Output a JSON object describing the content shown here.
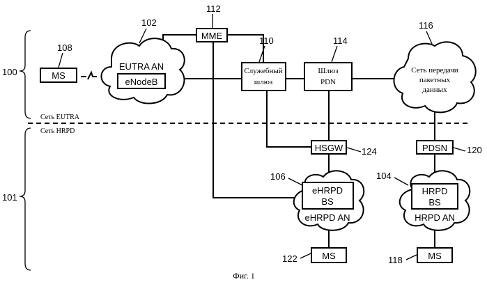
{
  "refs": {
    "r100": "100",
    "r101": "101",
    "r102": "102",
    "r104": "104",
    "r106": "106",
    "r108": "108",
    "r110": "110",
    "r112": "112",
    "r114": "114",
    "r116": "116",
    "r118": "118",
    "r120": "120",
    "r122": "122",
    "r124": "124"
  },
  "nodes": {
    "ms_top": "MS",
    "eutra_an": "EUTRA AN",
    "enodeb": "eNodeB",
    "mme": "MME",
    "serving_gw_1": "Служебный",
    "serving_gw_2": "шлюз",
    "pdn_gw_1": "Шлюз",
    "pdn_gw_2": "PDN",
    "pdn_net_1": "Сеть передачи",
    "pdn_net_2": "пакетных",
    "pdn_net_3": "данных",
    "hsgw": "HSGW",
    "pdsn": "PDSN",
    "ehrpd_bs_1": "eHRPD",
    "ehrpd_bs_2": "BS",
    "ehrpd_an": "eHRPD  AN",
    "hrpd_bs_1": "HRPD",
    "hrpd_bs_2": "BS",
    "hrpd_an": "HRPD  AN",
    "ms_mid": "MS",
    "ms_right": "MS"
  },
  "labels": {
    "eutra_net": "Сеть EUTRA",
    "hrpd_net": "Сеть HRPD",
    "caption": "Фиг. 1"
  }
}
